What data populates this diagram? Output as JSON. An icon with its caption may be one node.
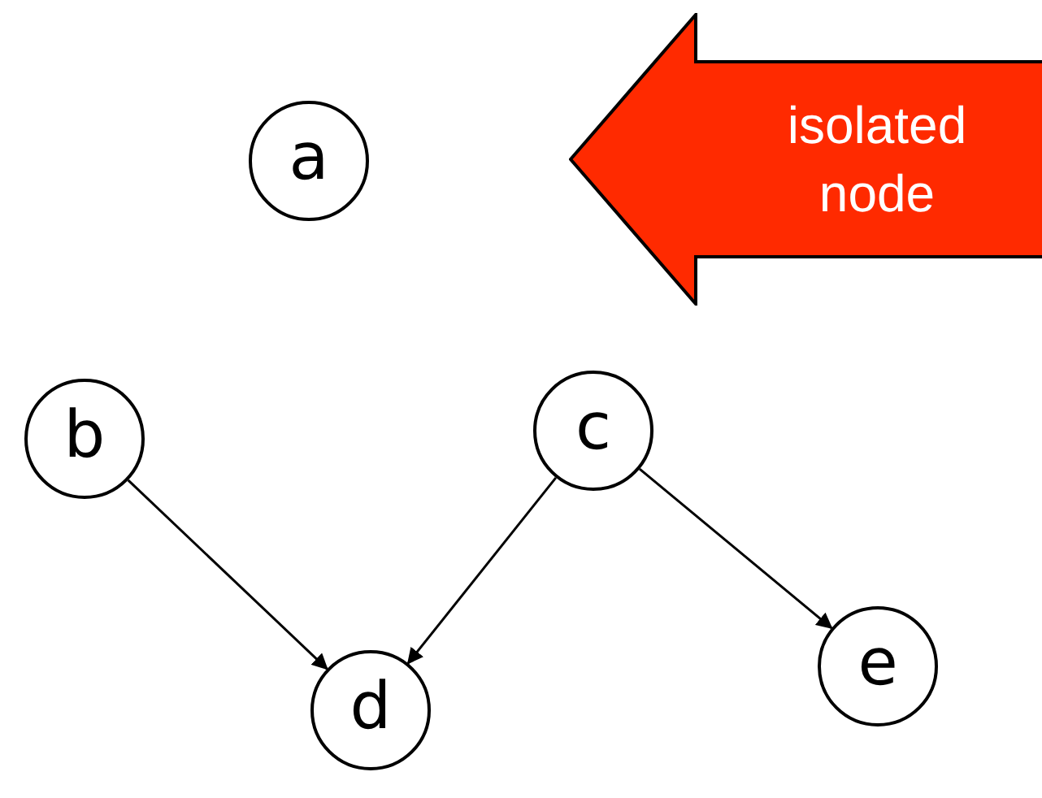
{
  "diagram": {
    "nodes": [
      {
        "text": [
          "a"
        ]
      },
      {
        "text": [
          "isolated node"
        ]
      },
      {
        "text": [
          "b"
        ]
      },
      {
        "text": [
          "c"
        ]
      },
      {
        "text": [
          "d"
        ]
      },
      {
        "text": [
          "e"
        ]
      }
    ],
    "edges": [
      {
        "from": 2,
        "to": 4,
        "arrow": "to"
      },
      {
        "from": 3,
        "to": 4,
        "arrow": "to"
      },
      {
        "from": 3,
        "to": 5,
        "arrow": "to"
      }
    ]
  }
}
